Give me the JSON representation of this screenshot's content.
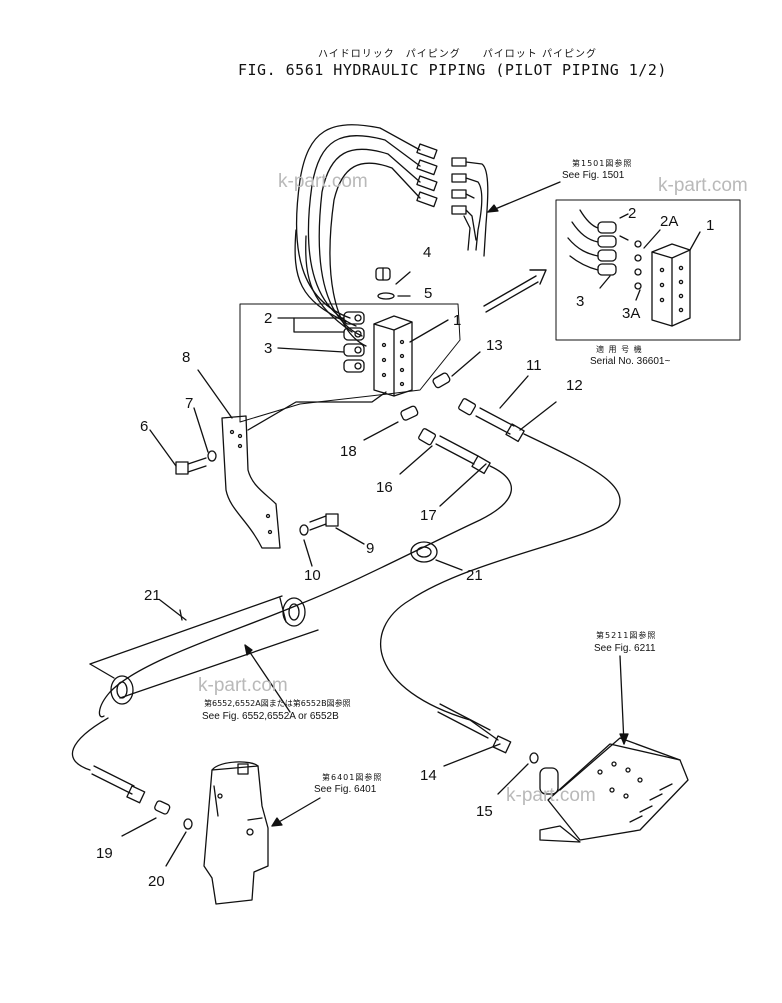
{
  "header": {
    "japanese_title": "ハイドロリック　パイピング　　パイロット パイピング",
    "title": "FIG. 6561  HYDRAULIC PIPING (PILOT PIPING 1/2)"
  },
  "watermark": "k-part.com",
  "references": {
    "fig1501_jp": "第1501図参照",
    "fig1501_en": "See Fig. 1501",
    "serial_jp": "適 用 号 機",
    "serial_en": "Serial No. 36601~",
    "fig6211_jp": "第5211図参照",
    "fig6211_en": "See Fig. 6211",
    "fig6552_jp": "第6552,6552A図または第6552B図参照",
    "fig6552_en": "See Fig. 6552,6552A or 6552B",
    "fig6401_jp": "第6401図参照",
    "fig6401_en": "See Fig. 6401"
  },
  "callouts": {
    "c1": "1",
    "c2": "2",
    "c3": "3",
    "c4": "4",
    "c5": "5",
    "c6": "6",
    "c7": "7",
    "c8": "8",
    "c9": "9",
    "c10": "10",
    "c11": "11",
    "c12": "12",
    "c13": "13",
    "c14": "14",
    "c15": "15",
    "c16": "16",
    "c17": "17",
    "c18": "18",
    "c19": "19",
    "c20": "20",
    "c21a": "21",
    "c21b": "21",
    "inset_1": "1",
    "inset_2": "2",
    "inset_2A": "2A",
    "inset_3": "3",
    "inset_3A": "3A"
  }
}
